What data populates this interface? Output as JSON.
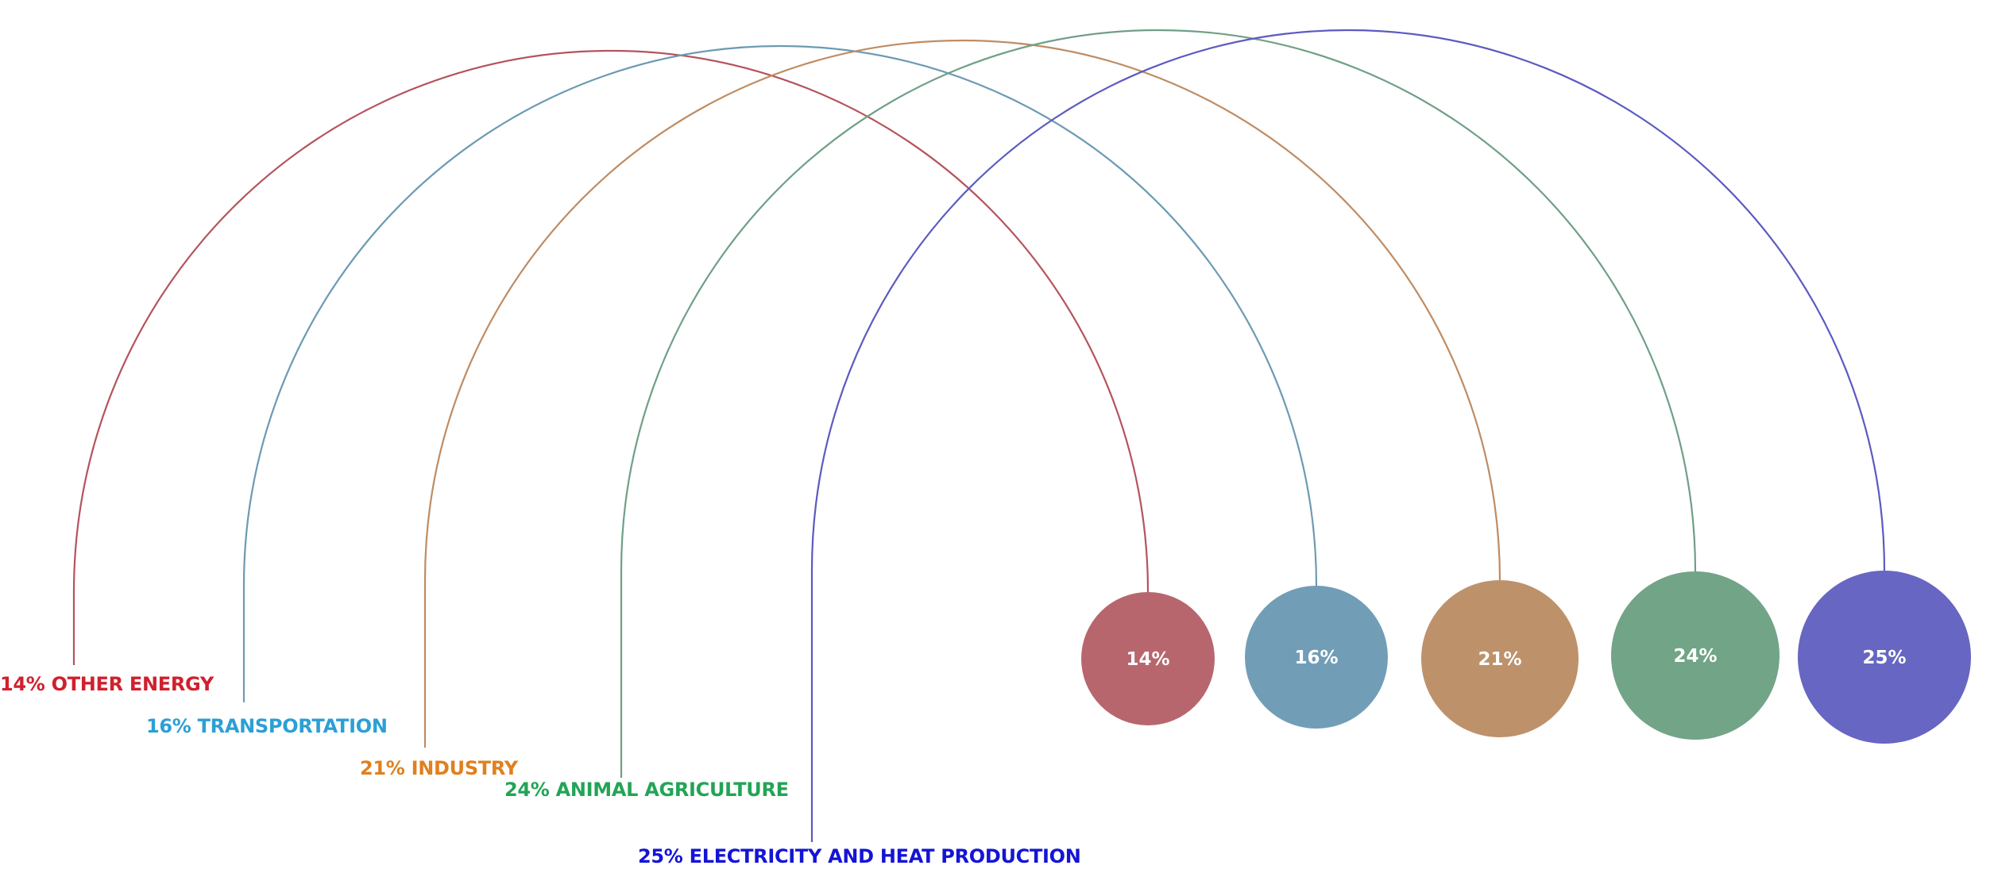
{
  "chart_data": {
    "type": "bubble-arc",
    "title": "",
    "unit": "%",
    "series": [
      {
        "label": "14% OTHER ENERGY",
        "value": 14,
        "bubble_label": "14%",
        "label_color": "#d0202e",
        "line_color": "#b5535e",
        "bubble_color": "#b8666e"
      },
      {
        "label": "16% TRANSPORTATION",
        "value": 16,
        "bubble_label": "16%",
        "label_color": "#2c9fd6",
        "line_color": "#6c9ab4",
        "bubble_color": "#719db7"
      },
      {
        "label": "21% INDUSTRY",
        "value": 21,
        "bubble_label": "21%",
        "label_color": "#e0801e",
        "line_color": "#bf8c63",
        "bubble_color": "#bd926b"
      },
      {
        "label": "24% ANIMAL AGRICULTURE",
        "value": 24,
        "bubble_label": "24%",
        "label_color": "#22a456",
        "line_color": "#6f9f86",
        "bubble_color": "#72a487"
      },
      {
        "label": "25% ELECTRICITY AND HEAT PRODUCTION",
        "value": 25,
        "bubble_label": "25%",
        "label_color": "#1414d6",
        "line_color": "#5b5bc0",
        "bubble_color": "#6766c2"
      }
    ]
  }
}
